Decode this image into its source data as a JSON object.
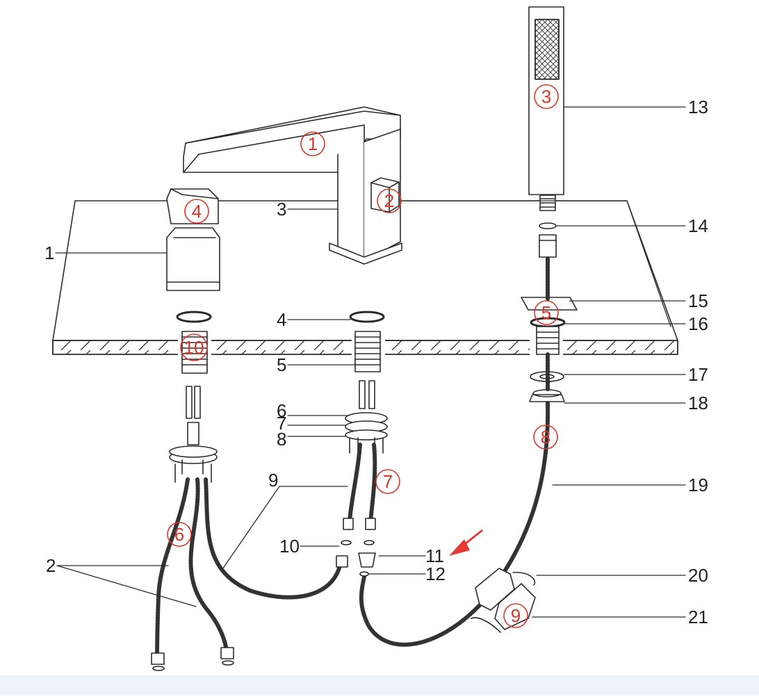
{
  "diagram": {
    "callouts": [
      "1",
      "2",
      "3",
      "4",
      "5",
      "6",
      "7",
      "8",
      "9",
      "10",
      "11",
      "12",
      "13",
      "14",
      "15",
      "16",
      "17",
      "18",
      "19",
      "20",
      "21"
    ],
    "circled": [
      "1",
      "2",
      "3",
      "4",
      "5",
      "6",
      "7",
      "8",
      "9",
      "10"
    ],
    "colors": {
      "line": "#2b2b2b",
      "circle": "#d8372b",
      "arrow": "#e53935",
      "band": "#eef3fb"
    }
  }
}
